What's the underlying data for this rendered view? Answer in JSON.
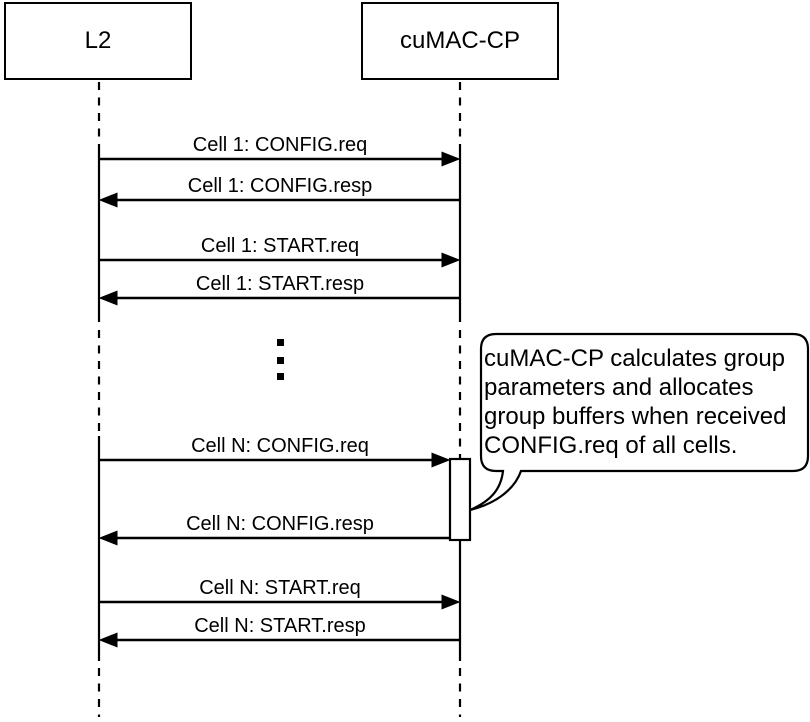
{
  "diagram": {
    "actors": [
      {
        "label": "L2"
      },
      {
        "label": "cuMAC-CP"
      }
    ],
    "messages": [
      {
        "label": "Cell 1: CONFIG.req",
        "from": "L2",
        "to": "cuMAC-CP"
      },
      {
        "label": "Cell 1: CONFIG.resp",
        "from": "cuMAC-CP",
        "to": "L2"
      },
      {
        "label": "Cell 1: START.req",
        "from": "L2",
        "to": "cuMAC-CP"
      },
      {
        "label": "Cell 1: START.resp",
        "from": "cuMAC-CP",
        "to": "L2"
      },
      {
        "label": "Cell N: CONFIG.req",
        "from": "L2",
        "to": "cuMAC-CP"
      },
      {
        "label": "Cell N: CONFIG.resp",
        "from": "cuMAC-CP",
        "to": "L2"
      },
      {
        "label": "Cell N: START.req",
        "from": "L2",
        "to": "cuMAC-CP"
      },
      {
        "label": "Cell N: START.resp",
        "from": "cuMAC-CP",
        "to": "L2"
      }
    ],
    "ellipsis": "⋮",
    "note": {
      "text": "cuMAC-CP calculates group parameters and allocates group buffers when received CONFIG.req of all cells.",
      "lines": [
        "cuMAC-CP calculates group",
        "parameters and allocates",
        "group buffers when received",
        "CONFIG.req of all cells."
      ]
    },
    "colors": {
      "stroke": "#000000",
      "fill": "#ffffff"
    }
  }
}
